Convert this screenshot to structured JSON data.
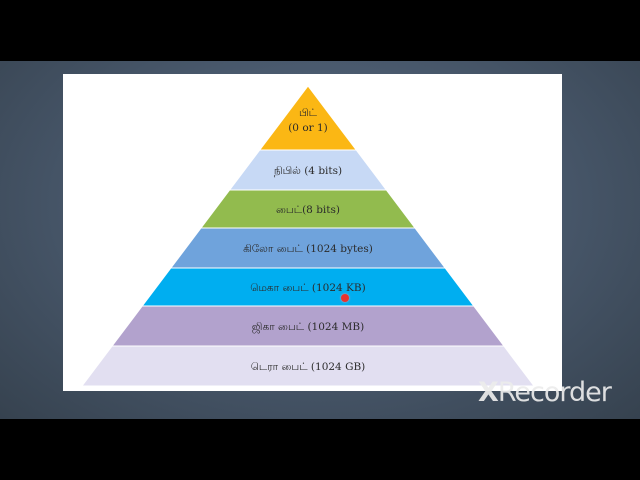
{
  "pyramid": {
    "levels": [
      {
        "label": "பிட்",
        "sublabel": "(0 or 1)",
        "color": "#fbb714"
      },
      {
        "label": "நிபில் (4 bits)",
        "color": "#c7d9f5"
      },
      {
        "label": "பைட்(8 bits)",
        "color": "#92bb4e"
      },
      {
        "label": "கிலோ பைட் (1024 bytes)",
        "color": "#6fa3dc"
      },
      {
        "label": "மெகா பைட் (1024 KB)",
        "color": "#00aef0"
      },
      {
        "label": "ஜிகா பைட் (1024 MB)",
        "color": "#b2a2cd"
      },
      {
        "label": "டெரா பைட் (1024 GB)",
        "color": "#e2dff1"
      }
    ]
  },
  "watermark": {
    "brand_x": "X",
    "brand_rest": "Recorder"
  }
}
